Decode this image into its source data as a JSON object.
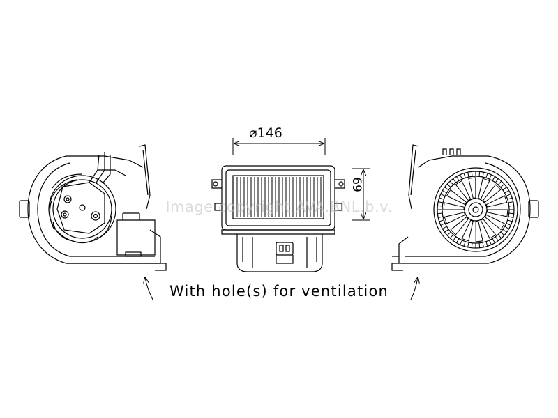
{
  "dimensions": {
    "diameter": "⌀146",
    "depth": "69"
  },
  "note": "With hole(s) for ventilation",
  "watermark": "Image copyright AVA.BNL.b.v."
}
